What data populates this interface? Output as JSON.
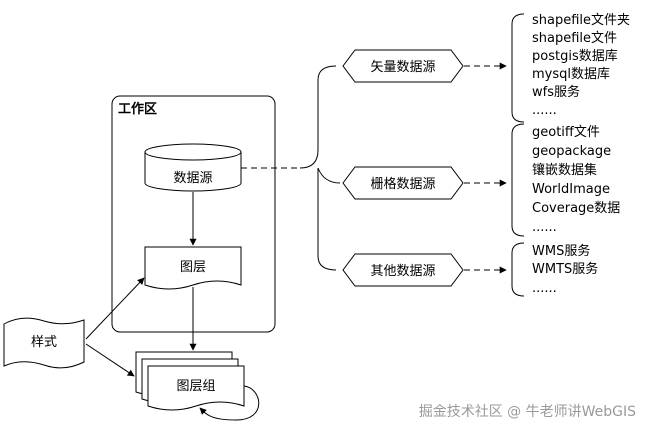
{
  "workspace": {
    "title": "工作区"
  },
  "datasource": {
    "label": "数据源"
  },
  "layer": {
    "label": "图层"
  },
  "layergroup": {
    "label": "图层组"
  },
  "style": {
    "label": "样式"
  },
  "categories": [
    {
      "label": "矢量数据源",
      "items": [
        "shapefile文件夹",
        "shapefile文件",
        "postgis数据库",
        "mysql数据库",
        "wfs服务",
        "......"
      ]
    },
    {
      "label": "栅格数据源",
      "items": [
        "geotiff文件",
        "geopackage",
        "镶嵌数据集",
        "WorldImage",
        "Coverage数据",
        "......"
      ]
    },
    {
      "label": "其他数据源",
      "items": [
        "WMS服务",
        "WMTS服务",
        "......"
      ]
    }
  ],
  "watermark": "掘金技术社区 @ 牛老师讲WebGIS"
}
